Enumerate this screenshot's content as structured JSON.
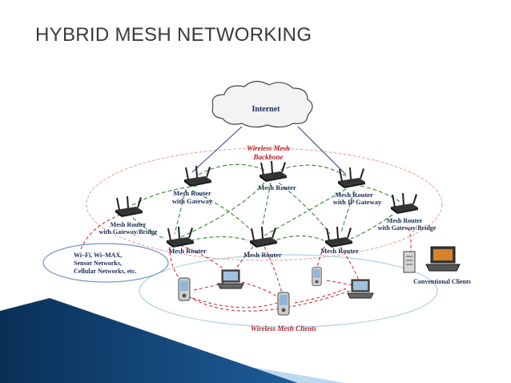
{
  "title": "HYBRID MESH NETWORKING",
  "diagram": {
    "internet": "Internet",
    "backbone_line1": "Wireless Mesh",
    "backbone_line2": "Backbone",
    "router_gateway_1": "Mesh Router",
    "router_gateway_2": "with Gateway",
    "router_top": "Mesh Router",
    "router_ip_1": "Mesh Router",
    "router_ip_2": "with IP Gateway",
    "router_left_bridge_1": "Mesh Router",
    "router_left_bridge_2": "with Gateway/Bridge",
    "router_right_bridge_1": "Mesh Router",
    "router_right_bridge_2": "with Gateway/Bridge",
    "router_low_left": "Mesh Router",
    "router_low_mid": "Mesh Router",
    "router_low_right": "Mesh Router",
    "other_net_1": "Wi–Fi, Wi–MAX,",
    "other_net_2": "Sensor Networks,",
    "other_net_3": "Cellular Networks, etc.",
    "conventional_clients": "Conventional Clients",
    "mesh_clients": "Wireless Mesh Clients"
  },
  "colors": {
    "title": "#3a3a3a",
    "accent_dark": "#0d3b66",
    "accent_blue": "#3f8fc7",
    "accent_light": "#bcd9ee",
    "backbone_ellipse": "#e8a0a0",
    "mesh_link": "#2e8b2e",
    "client_link": "#cc2222",
    "label": "#1c2a55"
  }
}
